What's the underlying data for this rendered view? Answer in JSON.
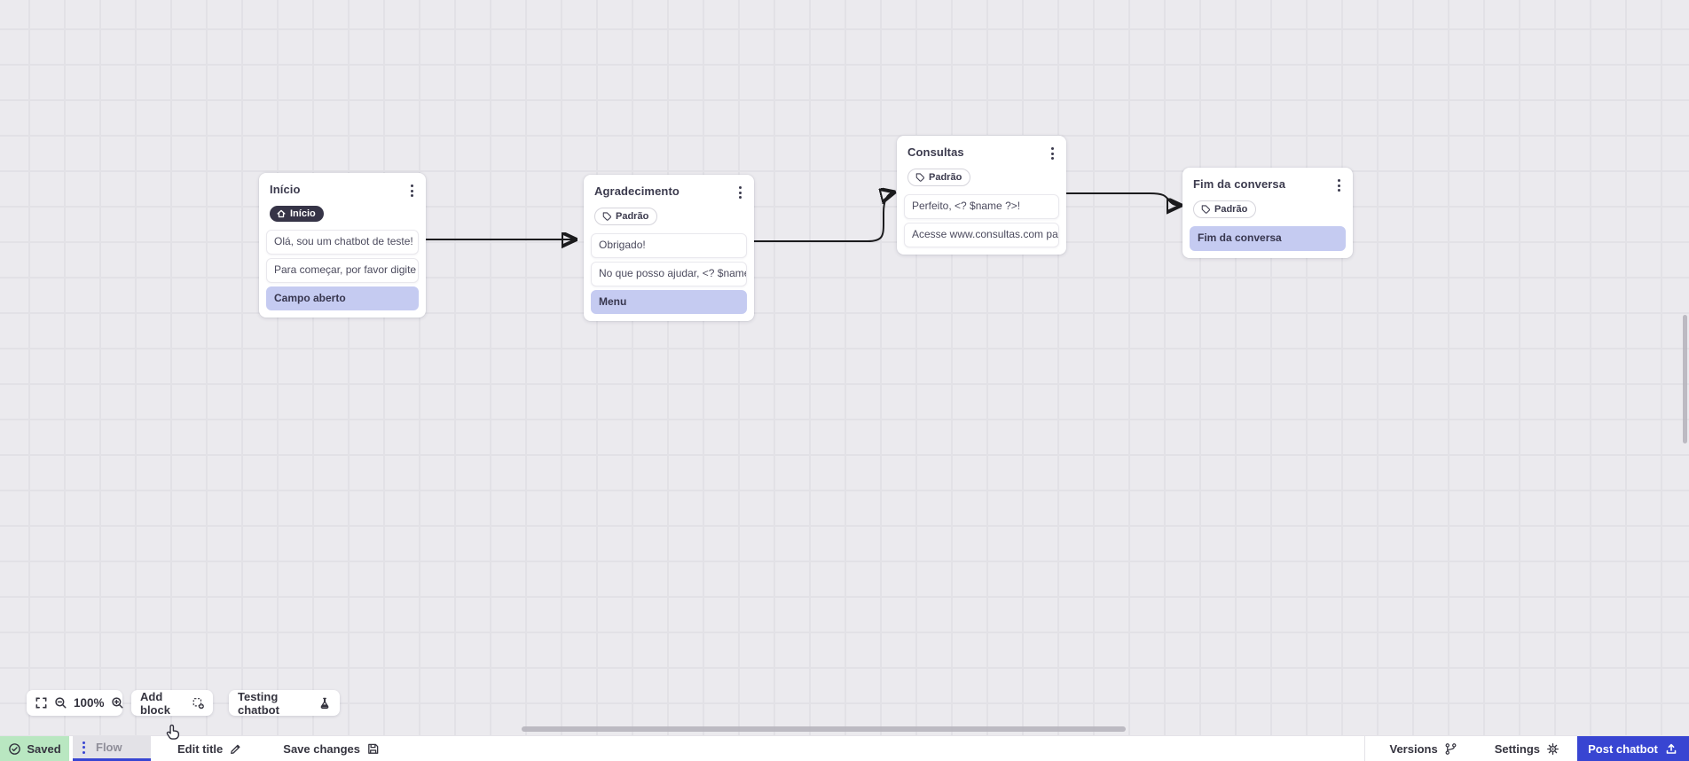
{
  "colors": {
    "accent": "#3845d2",
    "saved_bg": "#b9e7c1",
    "highlight_bg": "#c5cbf1",
    "wire": "#1b1b1d",
    "canvas_bg": "#ebeaee",
    "badge_dark_bg": "#363447"
  },
  "canvas": {
    "nodes": [
      {
        "title": "Início",
        "badge": "Início",
        "messages": [
          {
            "text": "Olá, sou um chatbot de teste!",
            "type": "normal"
          },
          {
            "text": "Para começar, por favor digite o ...",
            "type": "normal"
          },
          {
            "text": "Campo aberto",
            "type": "highlight"
          }
        ]
      },
      {
        "title": "Agradecimento",
        "badge": "Padrão",
        "messages": [
          {
            "text": "Obrigado!",
            "type": "normal"
          },
          {
            "text": "No que posso ajudar, <? $name ...",
            "type": "normal"
          },
          {
            "text": "Menu",
            "type": "highlight"
          }
        ]
      },
      {
        "title": "Consultas",
        "badge": "Padrão",
        "messages": [
          {
            "text": "Perfeito, <? $name ?>!",
            "type": "normal"
          },
          {
            "text": "Acesse www.consultas.com par...",
            "type": "normal"
          }
        ]
      },
      {
        "title": "Fim da conversa",
        "badge": "Padrão",
        "messages": [
          {
            "text": "Fim da conversa",
            "type": "highlight"
          }
        ]
      }
    ],
    "toolbar": {
      "zoom_level": "100%",
      "add_block": "Add block",
      "testing_chatbot": "Testing chatbot"
    }
  },
  "statusbar": {
    "saved": "Saved",
    "flow_tab": "Flow",
    "edit_title": "Edit title",
    "save_changes": "Save changes",
    "versions": "Versions",
    "settings": "Settings",
    "post_chatbot": "Post chatbot"
  }
}
